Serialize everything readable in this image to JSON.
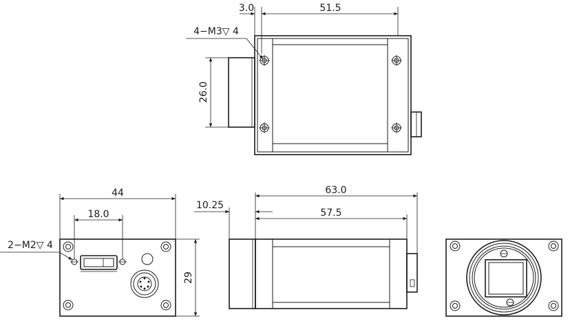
{
  "dimensions": {
    "top_flange_offset": "3.0",
    "top_body_length": "51.5",
    "top_hole_callout": "4−M3▽ 4",
    "top_flange_height": "26.0",
    "front_width": "44",
    "front_hole_spacing": "18.0",
    "front_hole_callout": "2−M2▽ 4",
    "front_height": "29",
    "side_flange_length": "10.25",
    "side_total_length": "63.0",
    "side_body_length": "57.5"
  }
}
